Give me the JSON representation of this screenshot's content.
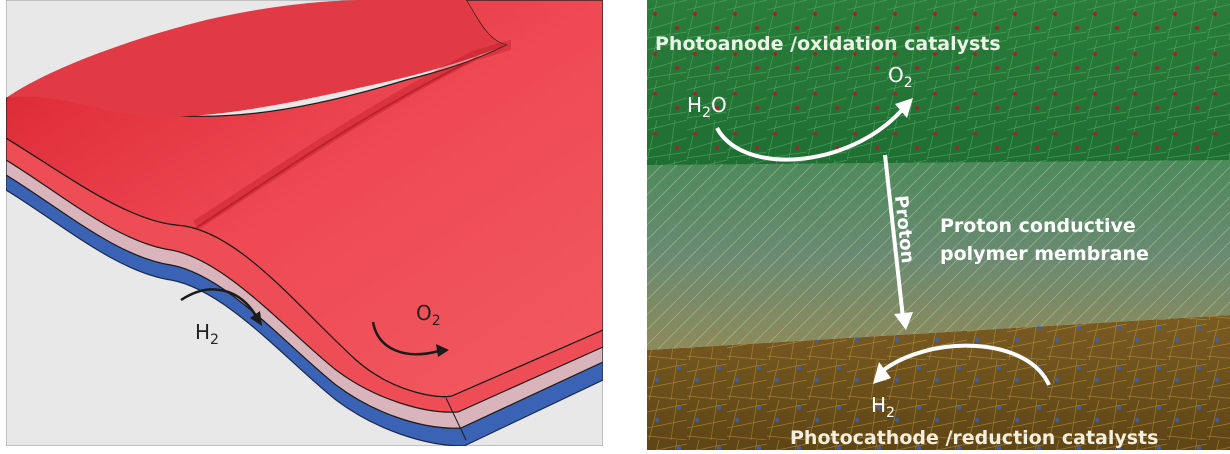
{
  "left_panel": {
    "h2": {
      "base": "H",
      "sub": "2"
    },
    "o2": {
      "base": "O",
      "sub": "2"
    }
  },
  "right_panel": {
    "top_label": "Photoanode /oxidation catalysts",
    "h2o": {
      "pre": "H",
      "sub": "2",
      "post": "O"
    },
    "o2": {
      "base": "O",
      "sub": "2"
    },
    "proton": "Proton",
    "membrane_line1": "Proton conductive",
    "membrane_line2": "polymer membrane",
    "h2": {
      "base": "H",
      "sub": "2"
    },
    "bottom_label": "Photocathode /reduction catalysts"
  },
  "colors": {
    "red_sheet": "#ee4d55",
    "pink_layer": "#d9b4bb",
    "blue_layer": "#3a63b5",
    "background_grey": "#e8e8e8",
    "green_layer": "#1f7a3a",
    "membrane_layer": "#6aa57e",
    "gold_layer": "#7a5a1e"
  }
}
